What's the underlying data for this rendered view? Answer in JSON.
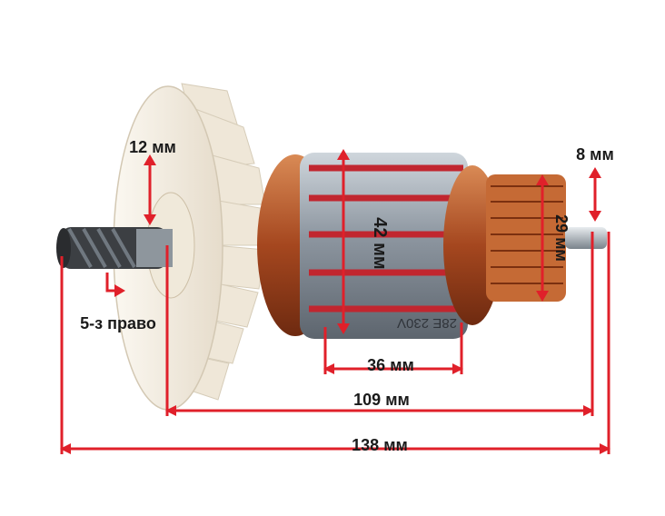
{
  "photo": {
    "subject": "armature-rotor",
    "winding_marking": "28E 230V"
  },
  "dimensions": {
    "shaft_diameter": "12 мм",
    "rotor_diameter": "42 мм",
    "stack_length": "36 мм",
    "commutator_diameter": "29 мм",
    "end_diameter": "8 мм",
    "length_fan_to_end": "109 мм",
    "total_length": "138 мм",
    "gear_spec": "5-з право"
  },
  "colors": {
    "dimension_lines": "#e0202a",
    "copper": "#b5562a",
    "fan": "#f3ede0",
    "steel": "#9aa3ad"
  }
}
